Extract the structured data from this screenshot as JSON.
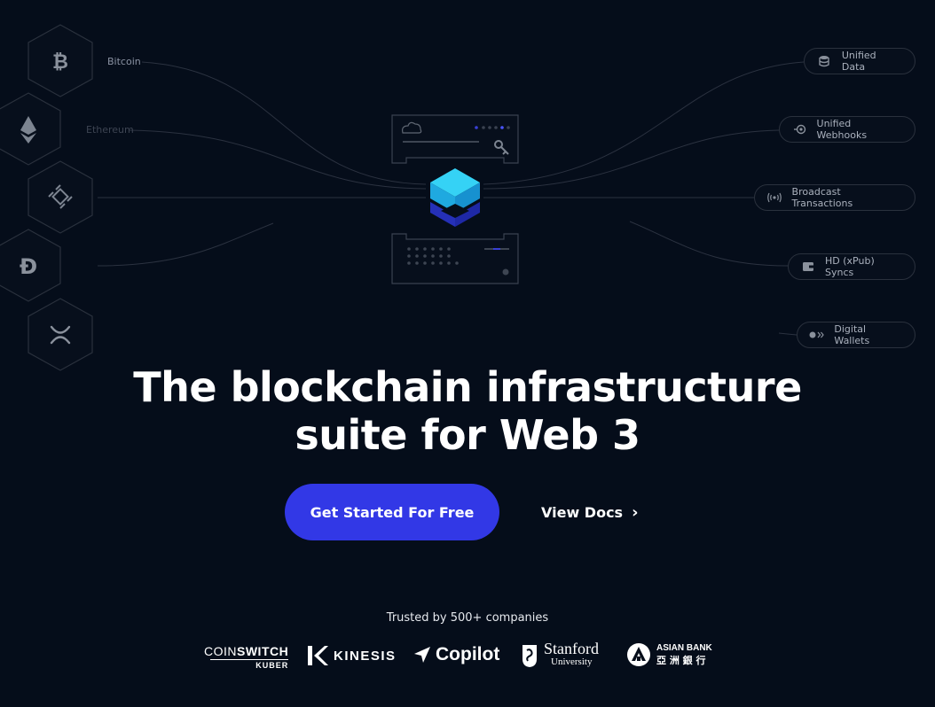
{
  "chains": [
    {
      "label": "Bitcoin",
      "icon": "bitcoin-icon"
    },
    {
      "label": "Ethereum",
      "icon": "ethereum-icon"
    },
    {
      "label": "",
      "icon": "bnb-icon"
    },
    {
      "label": "",
      "icon": "dogecoin-icon"
    },
    {
      "label": "",
      "icon": "xrp-icon"
    }
  ],
  "features": [
    {
      "label": "Unified Data",
      "icon": "database-icon"
    },
    {
      "label": "Unified Webhooks",
      "icon": "webhook-icon"
    },
    {
      "label": "Broadcast Transactions",
      "icon": "broadcast-icon"
    },
    {
      "label": "HD (xPub) Syncs",
      "icon": "wallet-icon"
    },
    {
      "label": "Digital Wallets",
      "icon": "toggle-icon"
    }
  ],
  "hero": {
    "title_line1": "The blockchain infrastructure",
    "title_line2": "suite for Web 3",
    "cta_label": "Get Started For Free",
    "docs_label": "View Docs",
    "docs_arrow": "›"
  },
  "trust": {
    "text": "Trusted by 500+ companies",
    "logos": {
      "coinswitch_top_a": "COIN",
      "coinswitch_top_b": "SWITCH",
      "coinswitch_bottom": "KUBER",
      "kinesis": "KINESIS",
      "copilot": "Copilot",
      "stanford_top": "Stanford",
      "stanford_bottom": "University",
      "asianbank_top": "ASIAN BANK",
      "asianbank_bottom": "亞 洲 銀 行"
    }
  },
  "colors": {
    "background": "#050d1a",
    "accent": "#3238e6",
    "cube_top": "#2ec6f0",
    "cube_bottom": "#2d39d6"
  }
}
